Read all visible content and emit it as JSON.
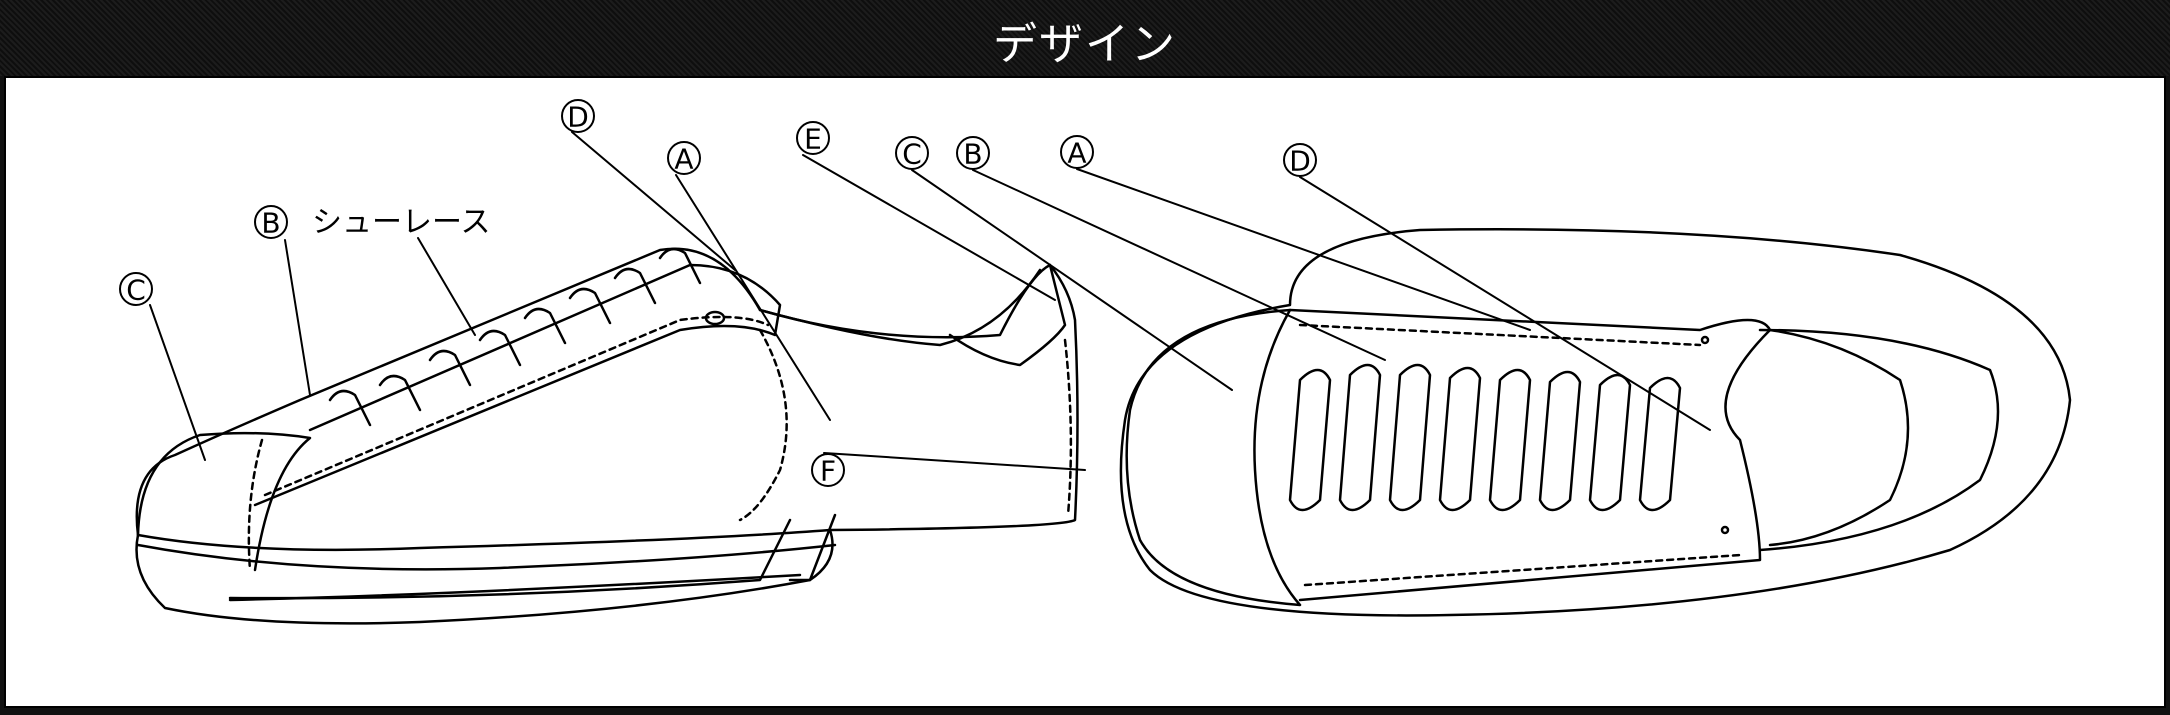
{
  "header": {
    "title": "デザイン"
  },
  "side_view": {
    "labels": {
      "C": "C",
      "B": "B",
      "D": "D",
      "A": "A",
      "E": "E",
      "F": "F"
    },
    "shoelace_label": "シューレース"
  },
  "top_view": {
    "labels": {
      "C": "C",
      "B": "B",
      "A": "A",
      "D": "D"
    }
  }
}
